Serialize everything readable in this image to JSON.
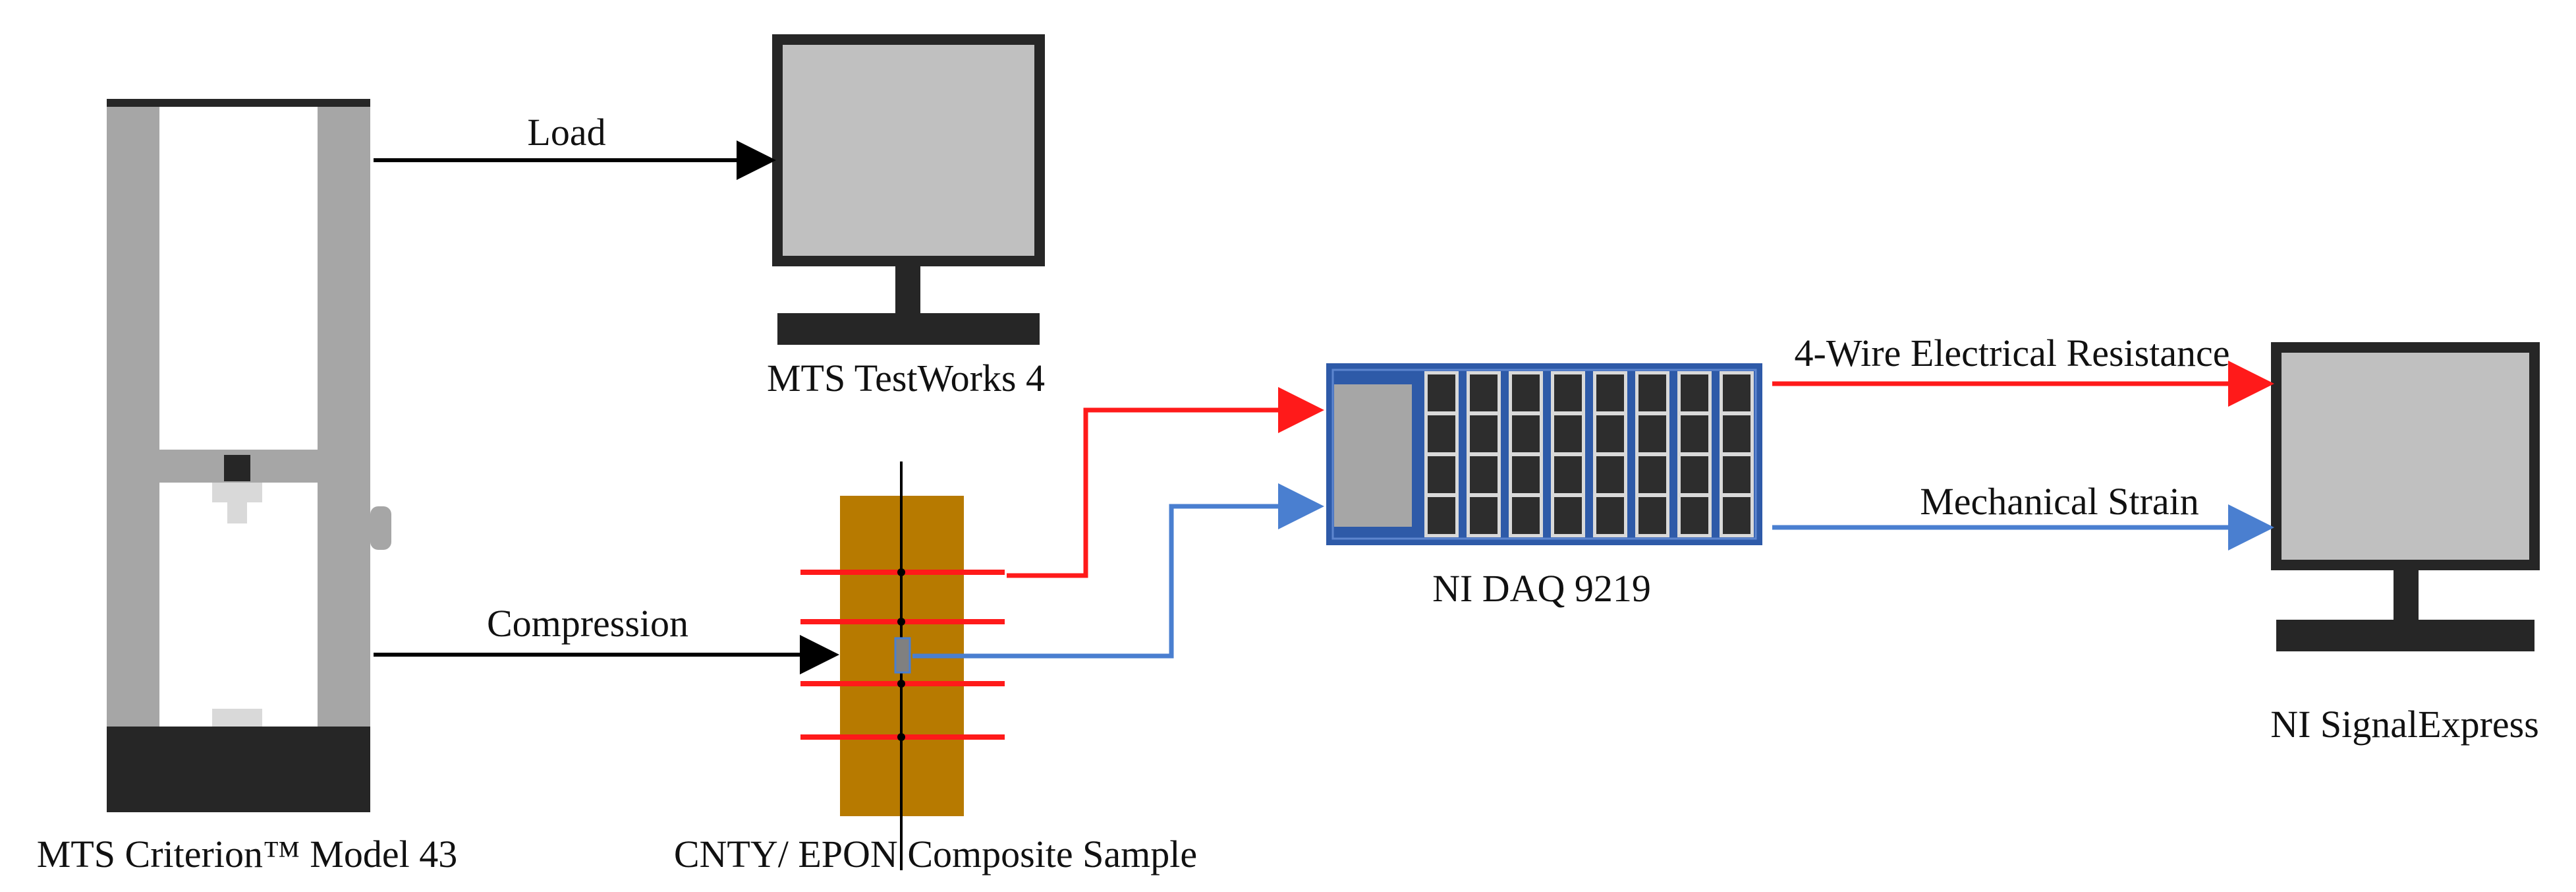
{
  "labels": {
    "mts_machine": "MTS Criterion™ Model 43",
    "testworks": "MTS TestWorks 4",
    "sample": "CNTY/ EPON Composite Sample",
    "daq": "NI DAQ 9219",
    "signalexpress": "NI SignalExpress"
  },
  "arrows": {
    "load": "Load",
    "compression": "Compression",
    "resistance": "4-Wire Electrical Resistance",
    "strain": "Mechanical Strain"
  },
  "colors": {
    "frame_gray": "#a6a6a6",
    "base_dark": "#262626",
    "monitor_screen": "#c0c0c0",
    "monitor_frame": "#262626",
    "sample_fill": "#b77a00",
    "daq_blue": "#2e5aa8",
    "daq_module": "#a6a6a6",
    "channel_dark": "#2d2d2d",
    "resistance_red": "#ff1a1a",
    "strain_blue": "#4a7fd0",
    "arrow_black": "#000000"
  },
  "icons": {
    "monitor_1": "monitor-icon",
    "monitor_2": "monitor-icon",
    "testing_machine": "universal-testing-machine-icon",
    "daq": "daq-chassis-icon",
    "sample": "composite-sample-icon"
  }
}
